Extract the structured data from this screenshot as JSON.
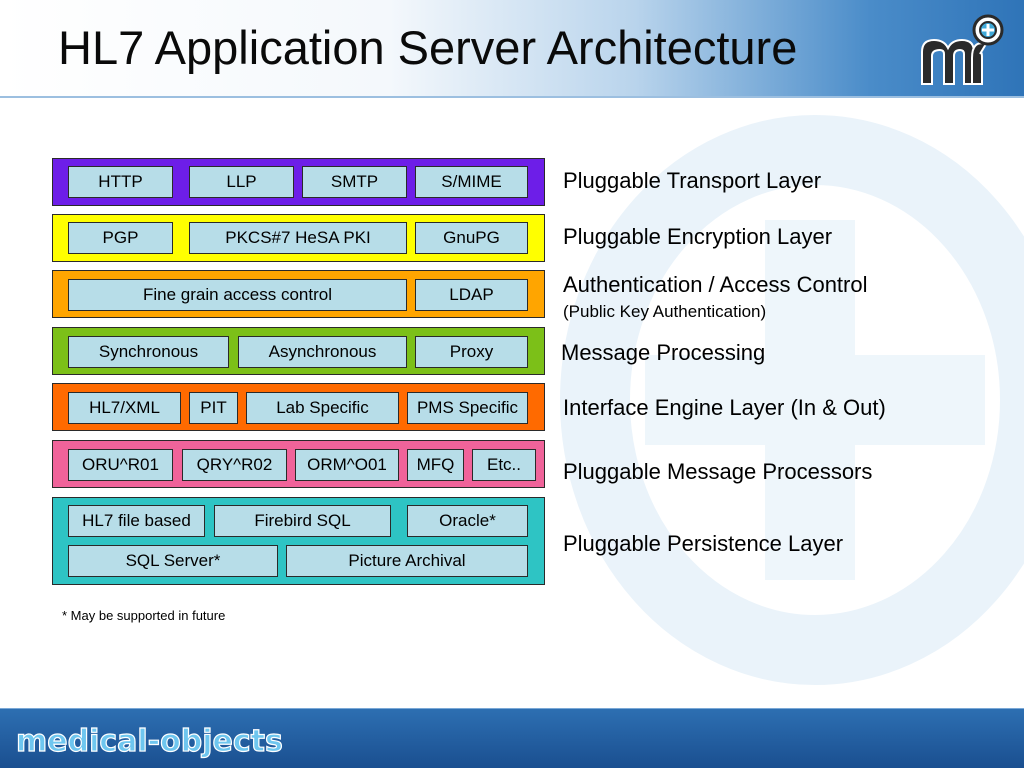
{
  "title": "HL7 Application Server Architecture",
  "footer_brand": "medical-objects",
  "colors": {
    "transport": "#6d1ee8",
    "encryption": "#ffff00",
    "auth": "#ffa500",
    "processing": "#7cc018",
    "interface": "#ff6a00",
    "processors": "#f0639a",
    "persistence": "#2ec4c4",
    "component": "#b7dde8",
    "header_blue": "#2f74b8",
    "footer_blue": "#1f5a9e"
  },
  "layers": [
    {
      "id": "transport",
      "label": "Pluggable Transport Layer",
      "components": [
        "HTTP",
        "LLP",
        "SMTP",
        "S/MIME"
      ]
    },
    {
      "id": "encryption",
      "label": "Pluggable Encryption Layer",
      "components": [
        "PGP",
        "PKCS#7 HeSA PKI",
        "GnuPG"
      ]
    },
    {
      "id": "auth",
      "label": "Authentication / Access Control",
      "sublabel": "(Public Key Authentication)",
      "components": [
        "Fine grain access control",
        "LDAP"
      ]
    },
    {
      "id": "processing",
      "label": "Message Processing",
      "components": [
        "Synchronous",
        "Asynchronous",
        "Proxy"
      ]
    },
    {
      "id": "interface",
      "label": "Interface Engine Layer (In & Out)",
      "components": [
        "HL7/XML",
        "PIT",
        "Lab Specific",
        "PMS Specific"
      ]
    },
    {
      "id": "processors",
      "label": "Pluggable Message Processors",
      "components": [
        "ORU^R01",
        "QRY^R02",
        "ORM^O01",
        "MFQ",
        "Etc.."
      ]
    },
    {
      "id": "persistence",
      "label": "Pluggable Persistence Layer",
      "components": [
        "HL7 file based",
        "Firebird SQL",
        "Oracle*",
        "SQL Server*",
        "Picture Archival"
      ]
    }
  ],
  "footnote": "* May be supported in future"
}
